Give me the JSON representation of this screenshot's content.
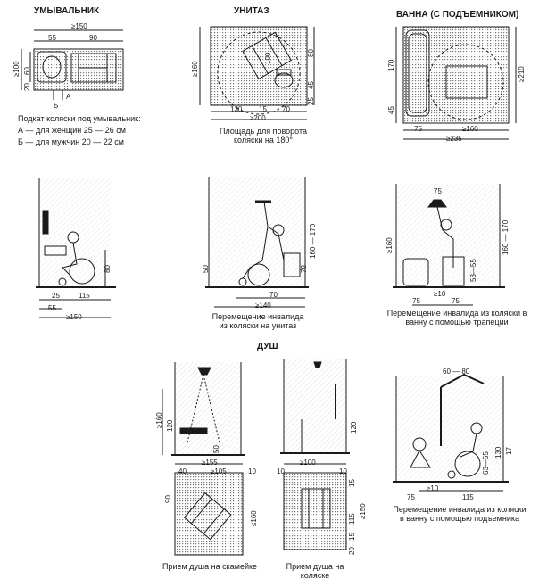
{
  "sections": {
    "sink": {
      "title": "УМЫВАЛЬНИК",
      "dims": {
        "top_width": "≥150",
        "left_part": "55",
        "right_part": "90",
        "height_outer": "≥100",
        "height_inner": "60",
        "height_bottom": "20",
        "label_a": "А",
        "label_b": "Б"
      },
      "notes": {
        "heading": "Подкат коляски под умывальник:",
        "women": "А — для женщин   25 — 26 см",
        "men": "Б — для мужчин   20 — 22 см"
      },
      "elevation": {
        "height": "80",
        "d1": "25",
        "d2": "115",
        "d3": "55",
        "d4": "≥150"
      }
    },
    "toilet": {
      "title": "УНИТАЗ",
      "dims": {
        "height": "≥160",
        "inner": "100",
        "d80": "80",
        "d45": "45",
        "d25": "25",
        "d130": "130",
        "d15": "15",
        "d70": "70",
        "width": "≥200"
      },
      "turn_caption": "Площадь для поворота коляски на 180°",
      "elevation": {
        "d50": "50",
        "d78": "78",
        "d160_170": "160 — 170",
        "d70": "70",
        "d140": "≥140"
      },
      "caption": "Перемещение инвалида из коляски на унитаз"
    },
    "bath": {
      "title": "ВАННА (С ПОДЪЕМНИКОМ)",
      "dims": {
        "d170": "170",
        "d210": "≥210",
        "d45": "45",
        "d75": "75",
        "d160": "≥160",
        "d235": "≥235"
      },
      "elevation": {
        "d75": "75",
        "d160": "≥160",
        "d160_170": "160 — 170",
        "d53_55": "53—55",
        "d10": "≥10",
        "d75b": "75",
        "d75c": "75"
      },
      "caption": "Перемещение инвалида из коляски в ванну с помощью трапеции"
    },
    "shower": {
      "title": "ДУШ",
      "left": {
        "d160": "≥160",
        "d120": "120",
        "d50": "50",
        "d155": "≥155",
        "d40": "40",
        "d105": "≥105",
        "d10": "10",
        "d90": "90",
        "d160b": "≤160",
        "caption": "Прием душа на скамейке"
      },
      "right": {
        "d120": "120",
        "d100": "≥100",
        "d10a": "10",
        "d10b": "10",
        "d15a": "15",
        "d115": "115",
        "d150": "≥150",
        "d15b": "15",
        "d20": "20",
        "caption": "Прием душа на коляске"
      }
    },
    "lift": {
      "dims": {
        "d60_80": "60 — 80",
        "d130": "130",
        "d17": "17",
        "d63_55": "63—55",
        "d10": "≥10",
        "d75": "75",
        "d115": "115"
      },
      "caption": "Перемещение инвалида из коляски в ванну с помощью подъемника"
    }
  }
}
